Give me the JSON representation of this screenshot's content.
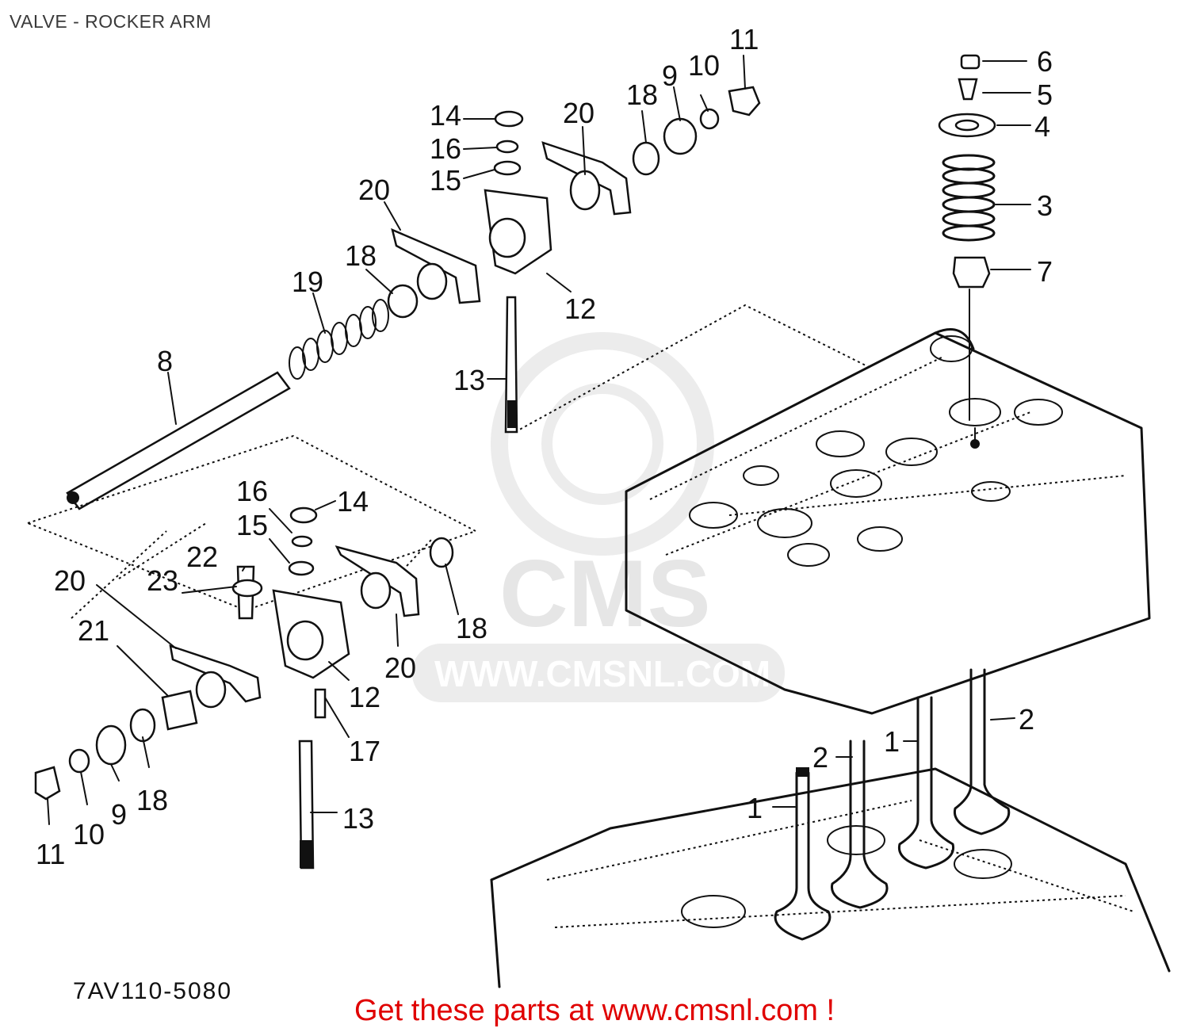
{
  "header": {
    "title": "VALVE - ROCKER ARM"
  },
  "watermark": {
    "brand": "CMS",
    "url": "WWW.CMSNL.COM"
  },
  "diagram": {
    "drawing_code": "7AV110-5080",
    "callouts": [
      {
        "id": "c1",
        "label": "11"
      },
      {
        "id": "c2",
        "label": "10"
      },
      {
        "id": "c3",
        "label": "9"
      },
      {
        "id": "c4",
        "label": "18"
      },
      {
        "id": "c5",
        "label": "20"
      },
      {
        "id": "c6",
        "label": "14"
      },
      {
        "id": "c7",
        "label": "16"
      },
      {
        "id": "c8",
        "label": "15"
      },
      {
        "id": "c9",
        "label": "20"
      },
      {
        "id": "c10",
        "label": "18"
      },
      {
        "id": "c11",
        "label": "19"
      },
      {
        "id": "c12",
        "label": "12"
      },
      {
        "id": "c13",
        "label": "13"
      },
      {
        "id": "c14",
        "label": "8"
      },
      {
        "id": "c15",
        "label": "6"
      },
      {
        "id": "c16",
        "label": "5"
      },
      {
        "id": "c17",
        "label": "4"
      },
      {
        "id": "c18",
        "label": "3"
      },
      {
        "id": "c19",
        "label": "7"
      },
      {
        "id": "c20",
        "label": "16"
      },
      {
        "id": "c21",
        "label": "14"
      },
      {
        "id": "c22",
        "label": "15"
      },
      {
        "id": "c23",
        "label": "22"
      },
      {
        "id": "c24",
        "label": "23"
      },
      {
        "id": "c25",
        "label": "20"
      },
      {
        "id": "c26",
        "label": "21"
      },
      {
        "id": "c27",
        "label": "18"
      },
      {
        "id": "c28",
        "label": "20"
      },
      {
        "id": "c29",
        "label": "12"
      },
      {
        "id": "c30",
        "label": "17"
      },
      {
        "id": "c31",
        "label": "13"
      },
      {
        "id": "c32",
        "label": "18"
      },
      {
        "id": "c33",
        "label": "9"
      },
      {
        "id": "c34",
        "label": "10"
      },
      {
        "id": "c35",
        "label": "11"
      },
      {
        "id": "c36",
        "label": "2"
      },
      {
        "id": "c37",
        "label": "2"
      },
      {
        "id": "c38",
        "label": "1"
      },
      {
        "id": "c39",
        "label": "1"
      }
    ]
  },
  "footer": {
    "cta": "Get these parts at www.cmsnl.com !"
  },
  "colors": {
    "cta": "#e00000",
    "ink": "#111111",
    "watermark": "#e6e6e6"
  }
}
